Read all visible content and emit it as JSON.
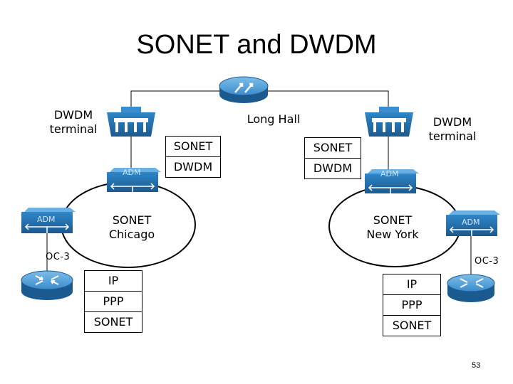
{
  "title": "SONET and DWDM",
  "long_haul_label": "Long Hall",
  "left": {
    "dwdm_terminal_label": "DWDM\nterminal",
    "adm_label_ring": "ADM",
    "adm_label_side": "ADM",
    "ring_label": "SONET\nChicago",
    "oc_label": "OC-3",
    "layer_stack_top": [
      "SONET",
      "DWDM"
    ],
    "protocol_stack": [
      "IP",
      "PPP",
      "SONET"
    ]
  },
  "right": {
    "dwdm_terminal_label": "DWDM\nterminal",
    "adm_label_ring": "ADM",
    "adm_label_side": "ADM",
    "ring_label": "SONET\nNew York",
    "oc_label": "OC-3",
    "layer_stack_top": [
      "SONET",
      "DWDM"
    ],
    "protocol_stack": [
      "IP",
      "PPP",
      "SONET"
    ]
  },
  "page_number": "53",
  "colors": {
    "device_blue": "#2a7bbf",
    "device_blue_dark": "#1b5a8f",
    "device_blue_light": "#6ab0e3"
  }
}
